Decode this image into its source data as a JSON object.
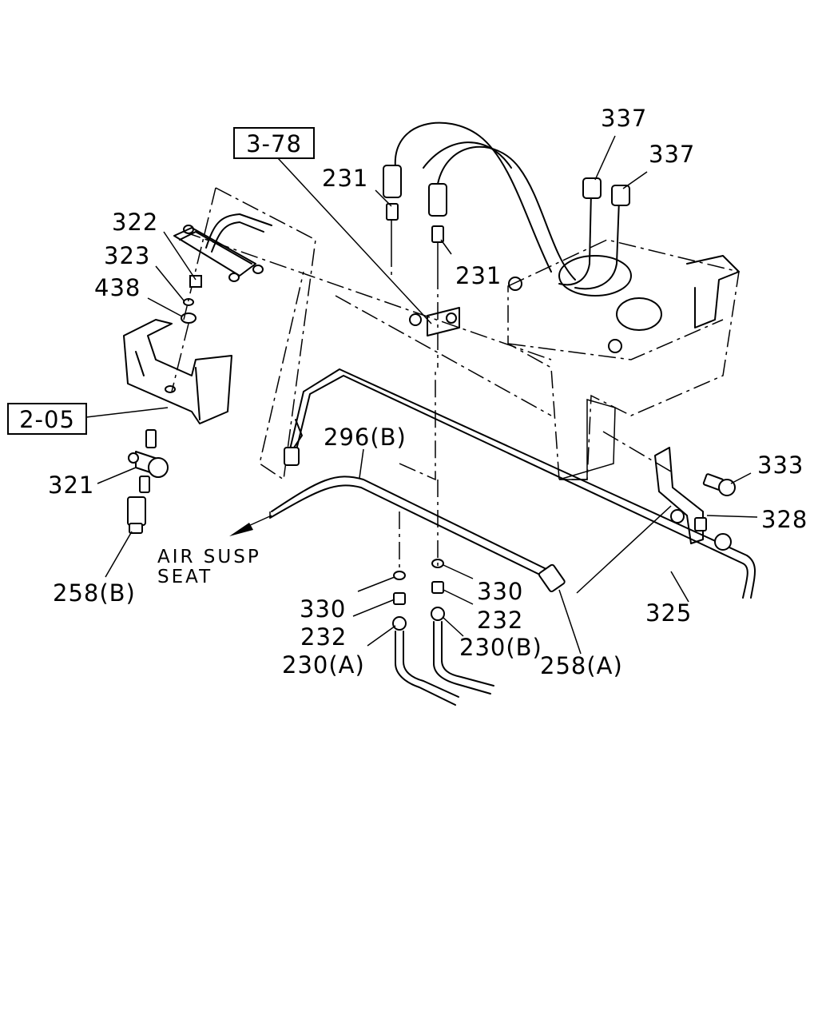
{
  "callouts": {
    "ref_3_78": "3-78",
    "ref_2_05": "2-05",
    "p231_top": "231",
    "p231_mid": "231",
    "p337_a": "337",
    "p337_b": "337",
    "p322": "322",
    "p323": "323",
    "p438": "438",
    "p321": "321",
    "p258b": "258(B)",
    "p296b": "296(B)",
    "p333": "333",
    "p328": "328",
    "p325": "325",
    "p330_left": "330",
    "p330_right": "330",
    "p232_left": "232",
    "p232_right": "232",
    "p230a": "230(A)",
    "p230b": "230(B)",
    "p258a": "258(A)"
  },
  "note": {
    "line1": "AIR SUSP",
    "line2": "SEAT"
  }
}
